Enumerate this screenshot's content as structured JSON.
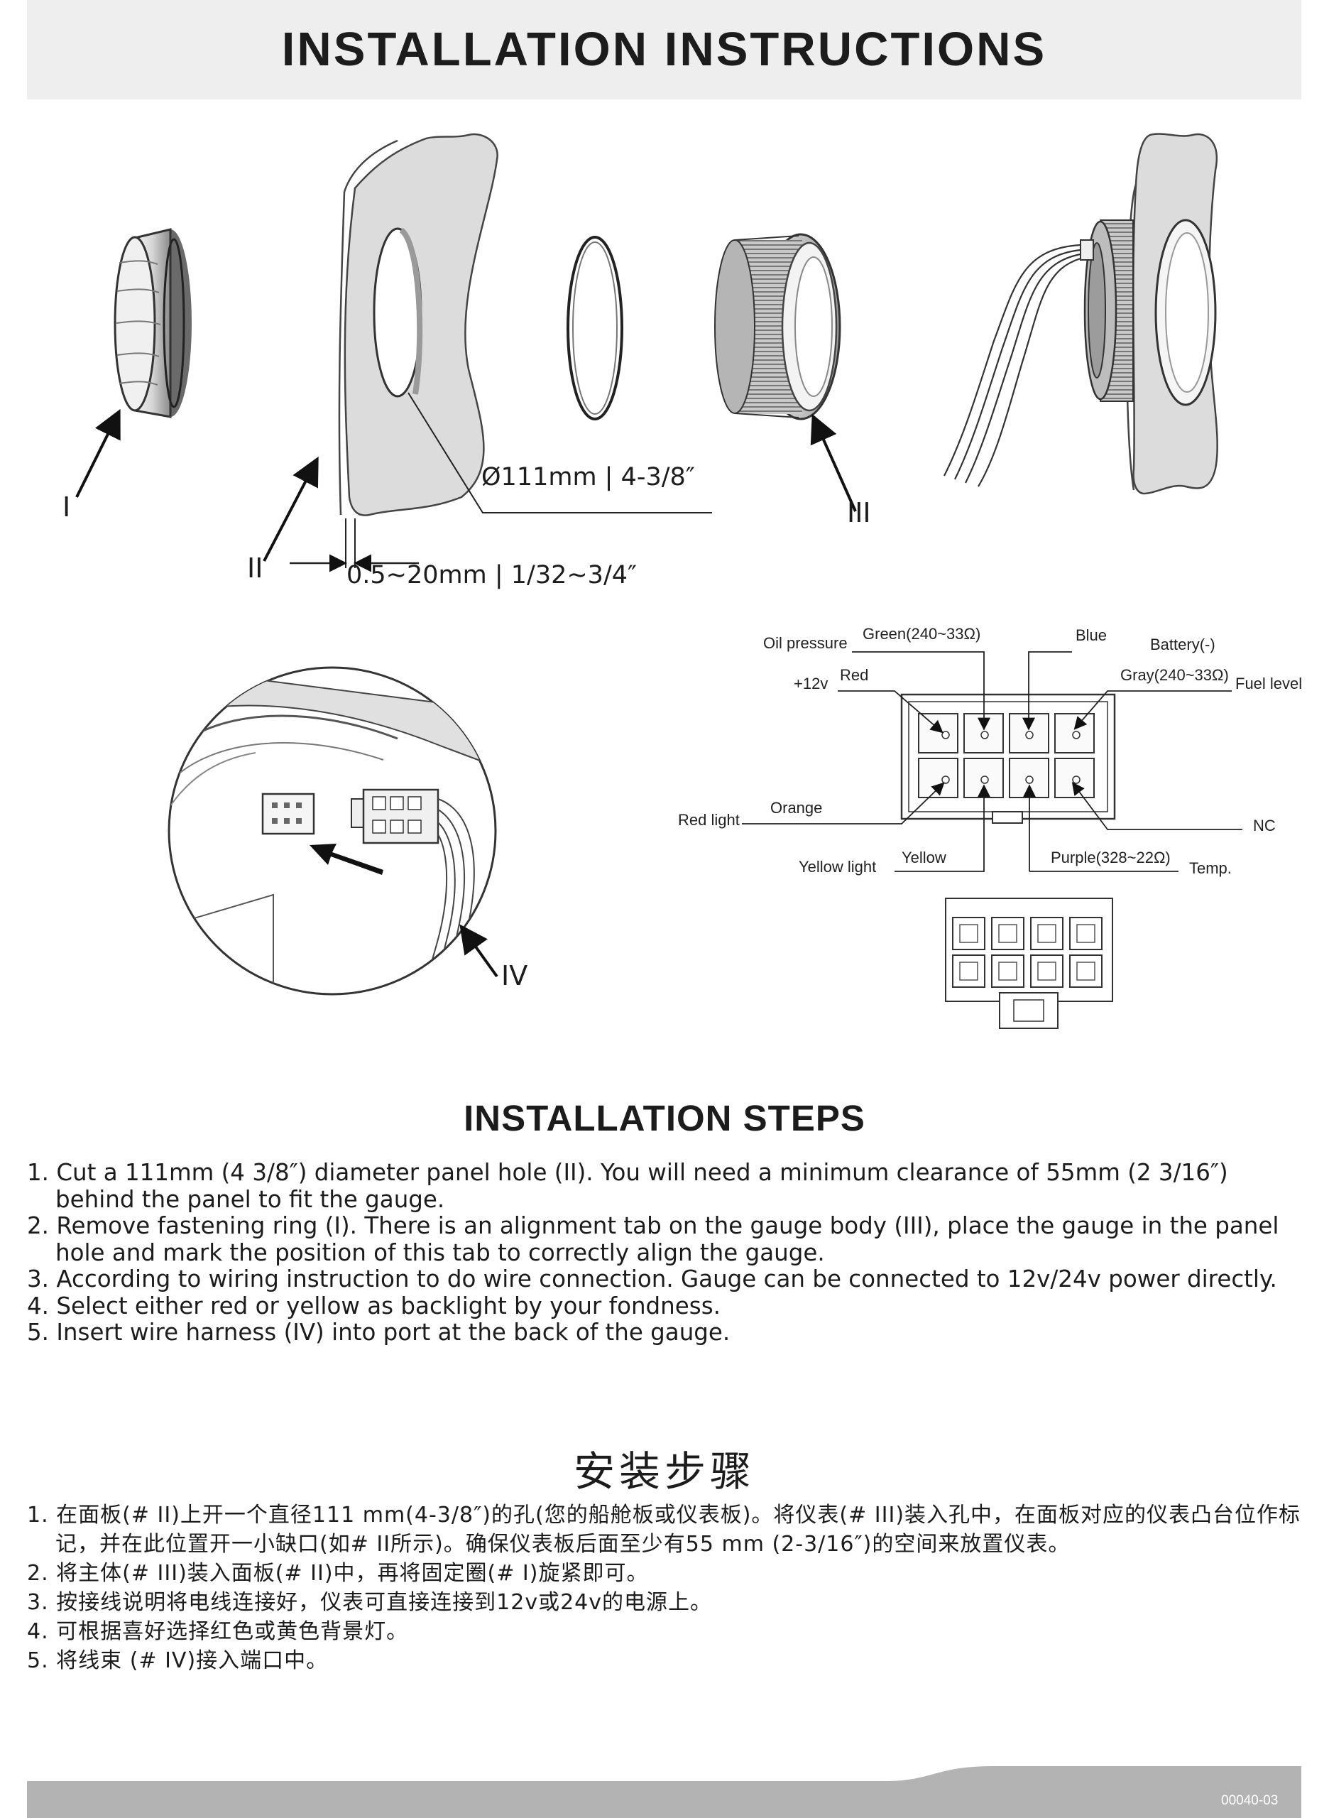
{
  "header": {
    "title": "INSTALLATION INSTRUCTIONS"
  },
  "diagram": {
    "parts": {
      "ring": "I",
      "panel": "II",
      "gauge": "III",
      "harness": "IV"
    },
    "hole_diameter": "Ø111mm | 4-3/8″",
    "panel_thickness": "0.5∼20mm | 1/32∼3/4″"
  },
  "wiring": {
    "oil_pressure": "Oil pressure",
    "green": "Green(240~33Ω)",
    "blue": "Blue",
    "battery": "Battery(-)",
    "plus12v": "+12v",
    "red": "Red",
    "gray": "Gray(240~33Ω)",
    "fuel_level": "Fuel level",
    "red_light": "Red light",
    "orange": "Orange",
    "nc": "NC",
    "yellow_light": "Yellow light",
    "yellow": "Yellow",
    "purple": "Purple(328~22Ω)",
    "temp": "Temp."
  },
  "steps": {
    "title": "INSTALLATION STEPS",
    "items": [
      "1. Cut a 111mm (4 3/8″) diameter panel hole (II). You will need a minimum clearance of 55mm (2 3/16″) behind the panel to fit the gauge.",
      "2. Remove fastening ring (I). There is an alignment tab on the gauge body (III), place the gauge in the panel hole and mark the position of this tab to correctly align the gauge.",
      "3. According to wiring instruction to do wire connection. Gauge can be connected to 12v/24v power directly.",
      "4. Select either red or yellow as backlight by your fondness.",
      "5. Insert wire harness (IV) into port at the back of the gauge."
    ]
  },
  "steps_cn": {
    "title": "安装步骤",
    "items": [
      "1. 在面板(# II)上开一个直径111 mm(4-3/8″)的孔(您的船舱板或仪表板)。将仪表(# III)装入孔中，在面板对应的仪表凸台位作标记，并在此位置开一小缺口(如# II所示)。确保仪表板后面至少有55 mm (2-3/16″)的空间来放置仪表。",
      "2. 将主体(# III)装入面板(# II)中，再将固定圈(# I)旋紧即可。",
      "3. 按接线说明将电线连接好，仪表可直接连接到12v或24v的电源上。",
      "4. 可根据喜好选择红色或黄色背景灯。",
      "5. 将线束 (# IV)接入端口中。"
    ]
  },
  "footer": {
    "code": "00040-03"
  },
  "colors": {
    "header_bg": "#eeeeee",
    "footer_bg": "#b3b3b3",
    "panel_gray": "#dcdcdc"
  }
}
